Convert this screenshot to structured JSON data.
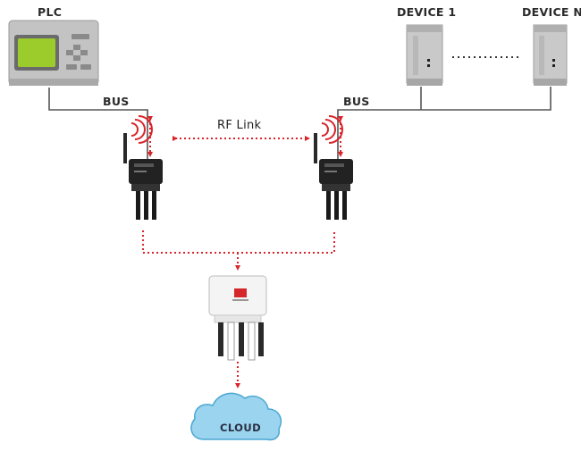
{
  "diagram": {
    "labels": {
      "plc": "PLC",
      "device_1": "DEVICE 1",
      "device_n": "DEVICE N",
      "bus_left": "BUS",
      "bus_right": "BUS",
      "rf_link": "RF Link",
      "cloud": "CLOUD"
    },
    "colors": {
      "bus_line": "#555555",
      "wireless_dotted": "#d9252a",
      "cloud_fill": "#9ad4ee",
      "cloud_stroke": "#4aa6d2",
      "device_body": "#c7c7c7",
      "plc_screen": "#9ccc2c",
      "node_body": "#1f1f1f",
      "gateway_logo": "#d4262b"
    },
    "icons": {
      "plc": "plc-controller-icon",
      "device": "din-rail-device-icon",
      "wireless_node": "wireless-bus-node-icon",
      "gateway": "cloud-gateway-icon",
      "cloud": "cloud-icon"
    }
  }
}
